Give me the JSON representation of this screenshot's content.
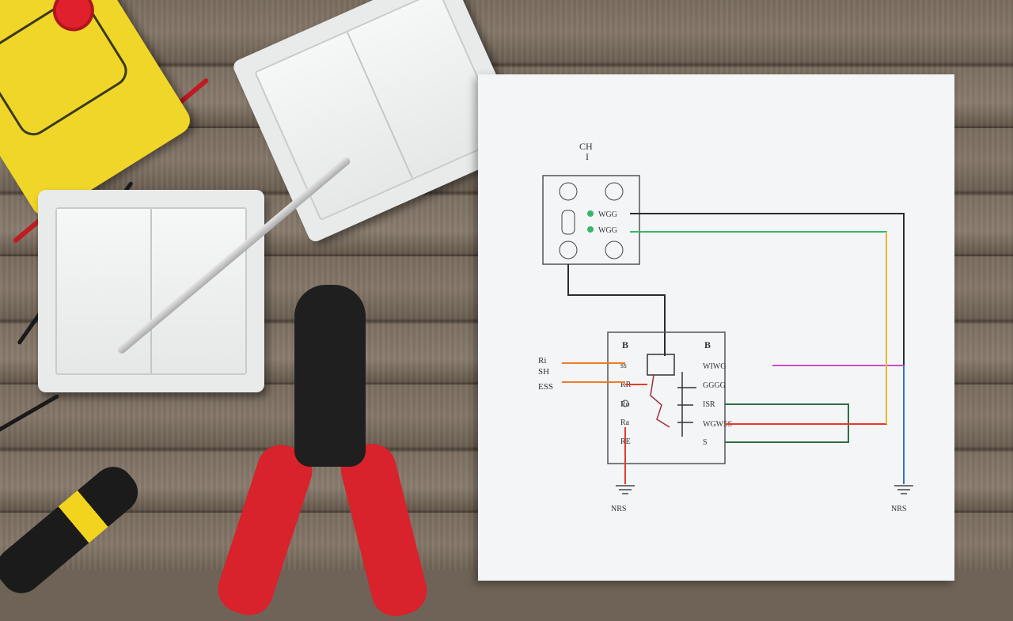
{
  "scene": {
    "diagram": {
      "top_label": "CH",
      "top_label_sub": "I",
      "upper_box_labels": [
        "WGG",
        "WGG"
      ],
      "left_labels": [
        "Ri",
        "SH",
        "ESS"
      ],
      "lower_box_headers": [
        "B",
        "B"
      ],
      "lower_left_pins": [
        "ss",
        "RR",
        "Ro",
        "Ra",
        "RE"
      ],
      "lower_right_labels": [
        "WIWG",
        "GGGG",
        "ISR",
        "WGWSS",
        "S"
      ],
      "ground_labels": [
        "NRS",
        "NRS"
      ],
      "wire_colors": {
        "black": "#2b2b2b",
        "green": "#35b86a",
        "orange": "#ef7a2c",
        "red": "#e8382f",
        "magenta": "#c84fc3",
        "blue": "#3a6bd1",
        "yellow": "#e8b632",
        "dark_green": "#2f6e45"
      }
    }
  }
}
